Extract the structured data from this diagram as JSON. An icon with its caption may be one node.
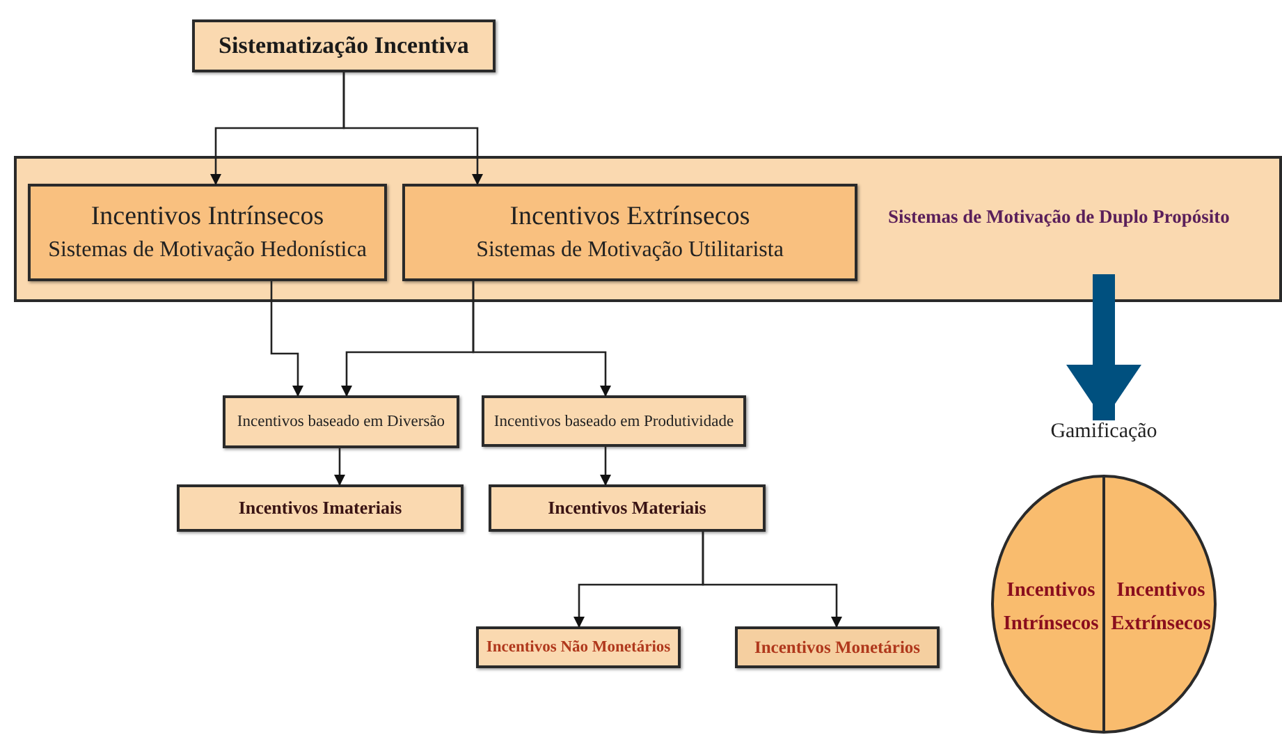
{
  "diagram": {
    "nodes": [
      {
        "text": [
          "Sistematização Incentiva"
        ]
      },
      {
        "text": [
          "Sistemas de Motivação de Duplo Propósito"
        ]
      },
      {
        "text": [
          "Incentivos Intrínsecos",
          "Sistemas de Motivação Hedonística"
        ],
        "in": 1
      },
      {
        "text": [
          "Incentivos Extrínsecos",
          "Sistemas de Motivação Utilitarista"
        ],
        "in": 1
      },
      {
        "text": [
          "Incentivos baseado em Diversão"
        ]
      },
      {
        "text": [
          "Incentivos baseado em Produtividade"
        ]
      },
      {
        "text": [
          "Incentivos Imateriais"
        ]
      },
      {
        "text": [
          "Incentivos Materiais"
        ]
      },
      {
        "text": [
          "Incentivos Não Monetários"
        ]
      },
      {
        "text": [
          "Incentivos Monetários"
        ]
      },
      {
        "text": [
          "Gamificação"
        ]
      },
      {
        "text": [
          "Incentivos Intrínsecos"
        ],
        "in": 10
      },
      {
        "text": [
          "Incentivos Extrínsecos"
        ],
        "in": 10
      }
    ],
    "edges": [
      {
        "from": 0,
        "to": 2,
        "arrow": "to"
      },
      {
        "from": 0,
        "to": 3,
        "arrow": "to"
      },
      {
        "from": 2,
        "to": 4,
        "arrow": "to"
      },
      {
        "from": 3,
        "to": 4,
        "arrow": "to"
      },
      {
        "from": 3,
        "to": 5,
        "arrow": "to"
      },
      {
        "from": 4,
        "to": 6,
        "arrow": "to"
      },
      {
        "from": 5,
        "to": 7,
        "arrow": "to"
      },
      {
        "from": 7,
        "to": 8,
        "arrow": "to"
      },
      {
        "from": 7,
        "to": 9,
        "arrow": "to"
      },
      {
        "from": 1,
        "to": 10,
        "arrow": "to",
        "style": "thick",
        "color": "#00507f"
      }
    ]
  }
}
